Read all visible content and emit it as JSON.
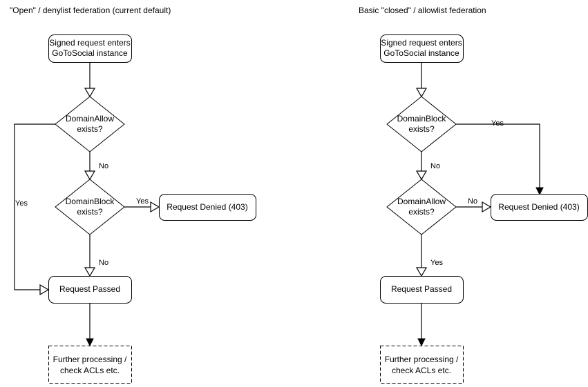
{
  "diagram": {
    "title_left": "\"Open\" / denylist federation (current default)",
    "title_right": "Basic \"closed\" / allowlist federation",
    "colors": {
      "background": "#ffffff",
      "stroke": "#000000",
      "text": "#000000",
      "node_fill": "#ffffff"
    },
    "left_flow": {
      "start_line1": "Signed request enters",
      "start_line2": "GoToSocial instance",
      "decision1": {
        "line1": "DomainAllow",
        "line2": "exists?"
      },
      "decision2": {
        "line1": "DomainBlock",
        "line2": "exists?"
      },
      "denied": "Request Denied (403)",
      "passed": "Request Passed",
      "further_line1": "Further processing /",
      "further_line2": "check ACLs etc.",
      "label_allow_no": "No",
      "label_allow_yes": "Yes",
      "label_block_yes": "Yes",
      "label_block_no": "No"
    },
    "right_flow": {
      "start_line1": "Signed request enters",
      "start_line2": "GoToSocial instance",
      "decision1": {
        "line1": "DomainBlock",
        "line2": "exists?"
      },
      "decision2": {
        "line1": "DomainAllow",
        "line2": "exists?"
      },
      "denied": "Request Denied (403)",
      "passed": "Request Passed",
      "further_line1": "Further processing /",
      "further_line2": "check ACLs etc.",
      "label_block_yes": "Yes",
      "label_block_no": "No",
      "label_allow_no": "No",
      "label_allow_yes": "Yes"
    }
  }
}
